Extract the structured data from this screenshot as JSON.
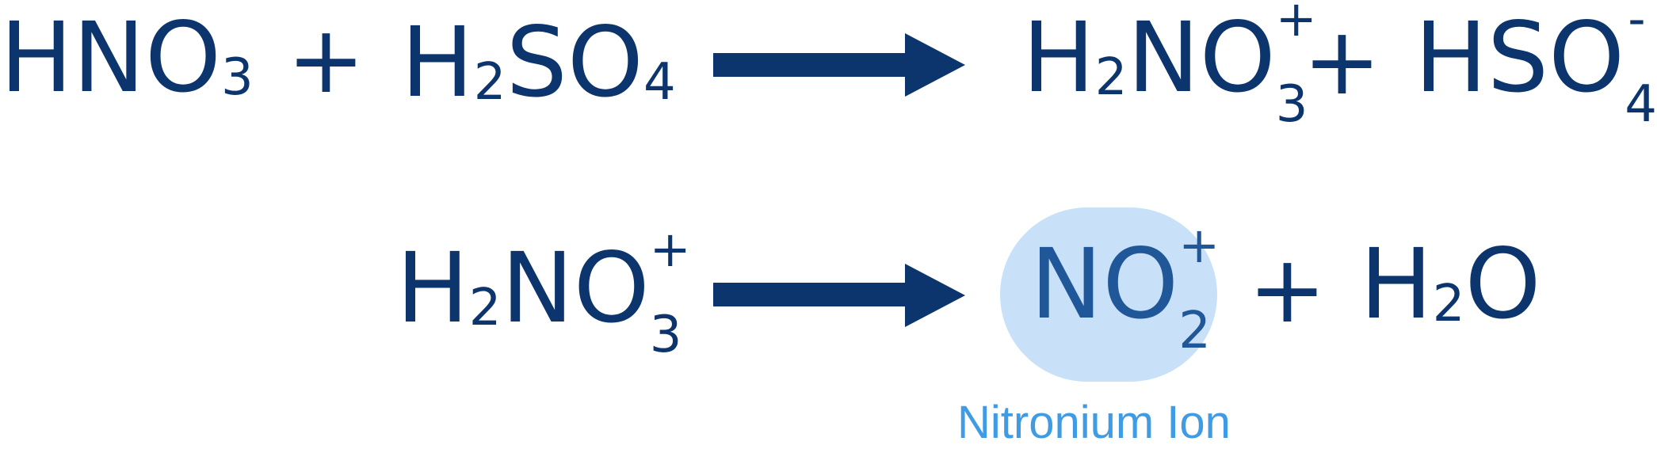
{
  "reaction1": {
    "reactant1": {
      "main": "HNO",
      "sub": "3"
    },
    "plus1": "+",
    "reactant2": {
      "main1": "H",
      "sub1": "2",
      "main2": "SO",
      "sub2": "4"
    },
    "product1": {
      "main1": "H",
      "sub1": "2",
      "main2": "NO",
      "sub2": "3",
      "charge": "+"
    },
    "plus2": "+",
    "product2": {
      "main": "HSO",
      "sub": "4",
      "charge": "-"
    }
  },
  "reaction2": {
    "reactant": {
      "main1": "H",
      "sub1": "2",
      "main2": "NO",
      "sub2": "3",
      "charge": "+"
    },
    "product1": {
      "main": "NO",
      "sub": "2",
      "charge": "+"
    },
    "plus": "+",
    "product2": {
      "main1": "H",
      "sub1": "2",
      "main2": "O"
    }
  },
  "label": {
    "text": "Nitronium Ion",
    "color": "#3f9ce4"
  },
  "colors": {
    "text": "#0d356d",
    "highlight": "#c8e1f8",
    "ion_text": "#1f5799"
  }
}
